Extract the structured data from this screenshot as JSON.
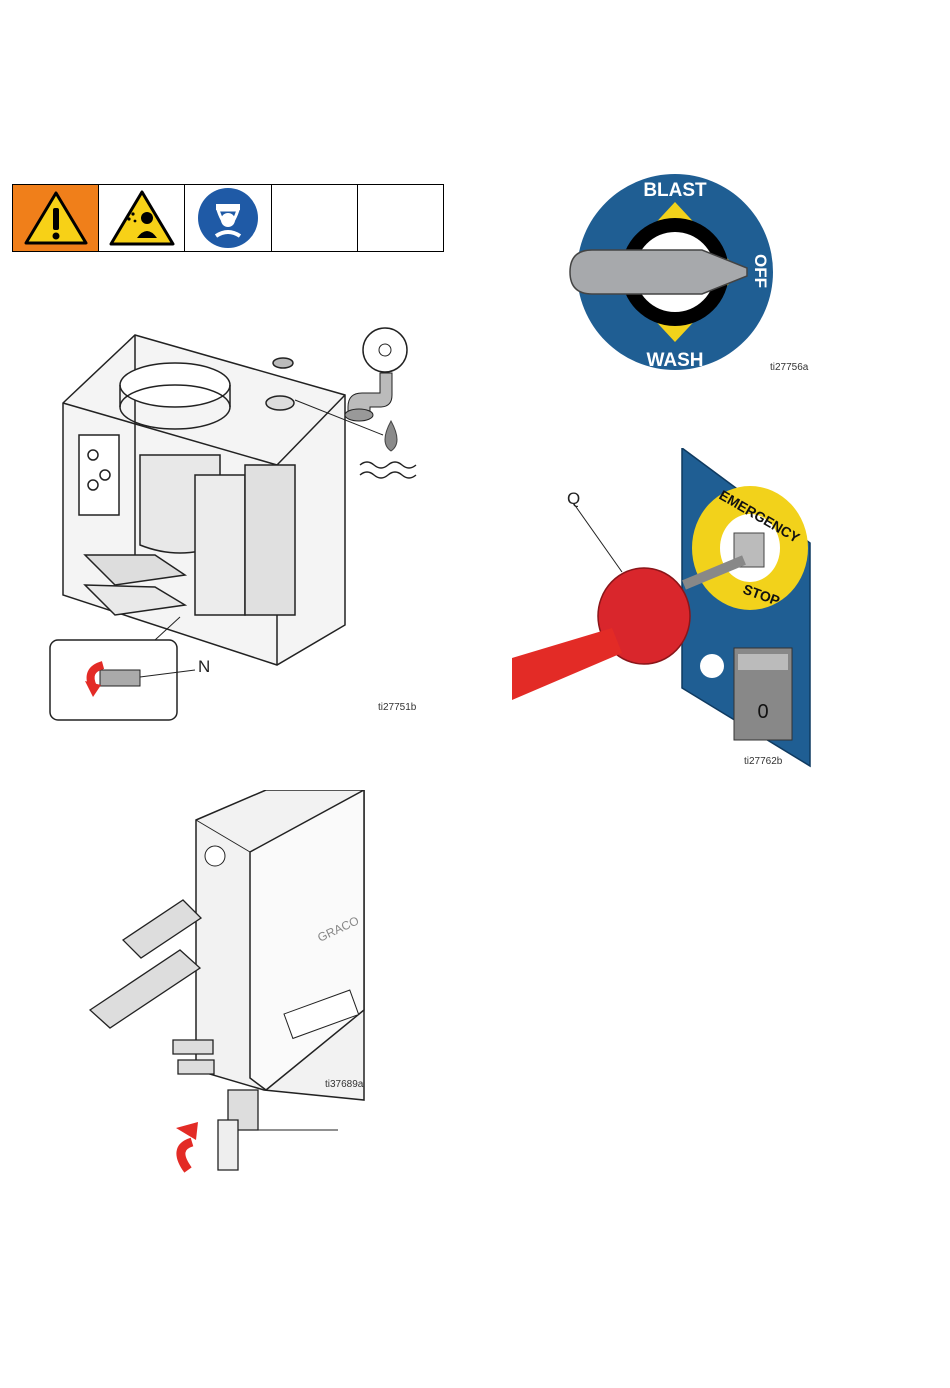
{
  "warning_strip": {
    "icons": [
      {
        "name": "warning-triangle-icon"
      },
      {
        "name": "splash-hazard-icon"
      },
      {
        "name": "wear-face-shield-icon"
      },
      {
        "name": "empty-slot"
      },
      {
        "name": "empty-slot"
      }
    ],
    "colors": {
      "warning_orange": "#f07f1a",
      "mandatory_blue": "#1f5aa6",
      "hazard_yellow": "#f7d117"
    }
  },
  "figure_drain_tank": {
    "callout": "N",
    "figure_id": "ti27751b"
  },
  "figure_selector": {
    "labels": {
      "top": "BLAST",
      "right": "OFF",
      "bottom": "WASH"
    },
    "figure_id": "ti27756a",
    "colors": {
      "dial_blue": "#1f5e93",
      "ring_yellow": "#f2d21b",
      "handle_gray": "#a7a9ac"
    }
  },
  "figure_estop": {
    "callout": "Q",
    "label_top": "EMERGENCY",
    "label_bottom": "STOP",
    "counter_value": "0",
    "figure_id": "ti27762b",
    "colors": {
      "panel_blue": "#1f5e93",
      "button_red": "#d9262c",
      "arrow_red": "#e32b26"
    }
  },
  "figure_control_box": {
    "brand": "GRACO",
    "figure_id": "ti37689a"
  }
}
